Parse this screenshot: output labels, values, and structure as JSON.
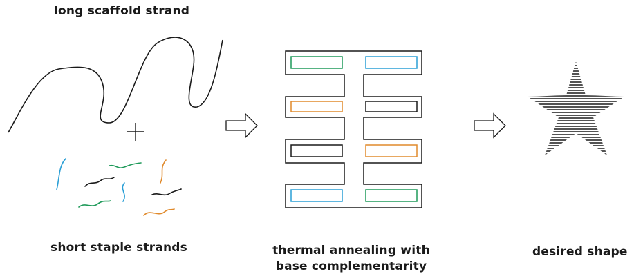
{
  "labels": {
    "scaffold": "long scaffold strand",
    "staples": "short staple strands",
    "annealing_line1": "thermal annealing with",
    "annealing_line2": "base complementarity",
    "shape": "desired shape"
  },
  "colors": {
    "ink": "#1a1a1a",
    "green": "#1f9a5a",
    "blue": "#2a9fd6",
    "orange": "#e08a2c"
  },
  "icons": [
    "plus-icon",
    "right-arrow-icon",
    "star-icon"
  ]
}
